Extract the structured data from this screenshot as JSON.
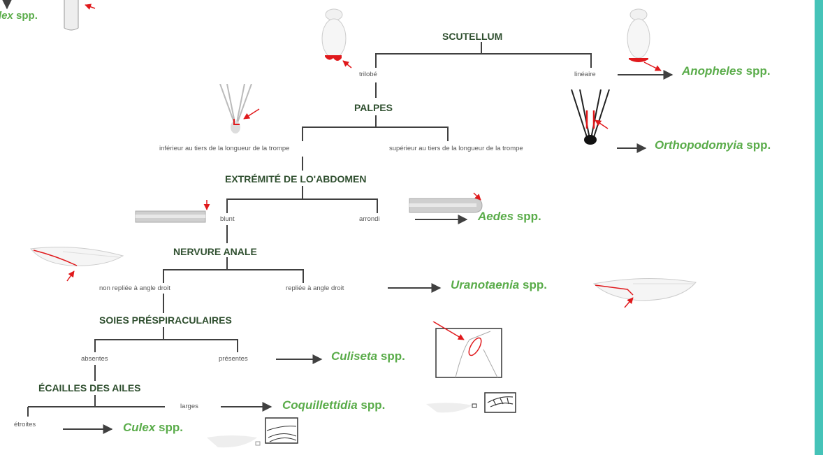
{
  "colors": {
    "accent": "#5aac4a",
    "frame": "#45c3b8",
    "pointer": "#e0191c",
    "line": "#404040"
  },
  "genus_suffix": "spp.",
  "top_fragment": {
    "genus": "lex",
    "suffix": "spp."
  },
  "nodes": {
    "scutellum": {
      "title": "SCUTELLUM",
      "left": "trilobé",
      "right": "linéaire",
      "result": "Anopheles"
    },
    "palpes": {
      "title": "PALPES",
      "left": "inférieur au tiers de la longueur de la trompe",
      "right": "supérieur au tiers de la longueur de la trompe",
      "result": "Orthopodomyia"
    },
    "abdomen": {
      "title": "EXTRÉMITÉ DE LO'ABDOMEN",
      "left": "blunt",
      "right": "arrondi",
      "result": "Aedes"
    },
    "nervure": {
      "title": "NERVURE ANALE",
      "left": "non repliée à angle droit",
      "right": "repliée à angle droit",
      "result": "Uranotaenia"
    },
    "soies": {
      "title": "SOIES PRÉSPIRACULAIRES",
      "left": "absentes",
      "right": "présentes",
      "result": "Culiseta"
    },
    "ecailles": {
      "title": "ÉCAILLES DES AILES",
      "left": "étroites",
      "right": "larges",
      "result_right": "Coquillettidia",
      "result_left": "Culex"
    }
  }
}
